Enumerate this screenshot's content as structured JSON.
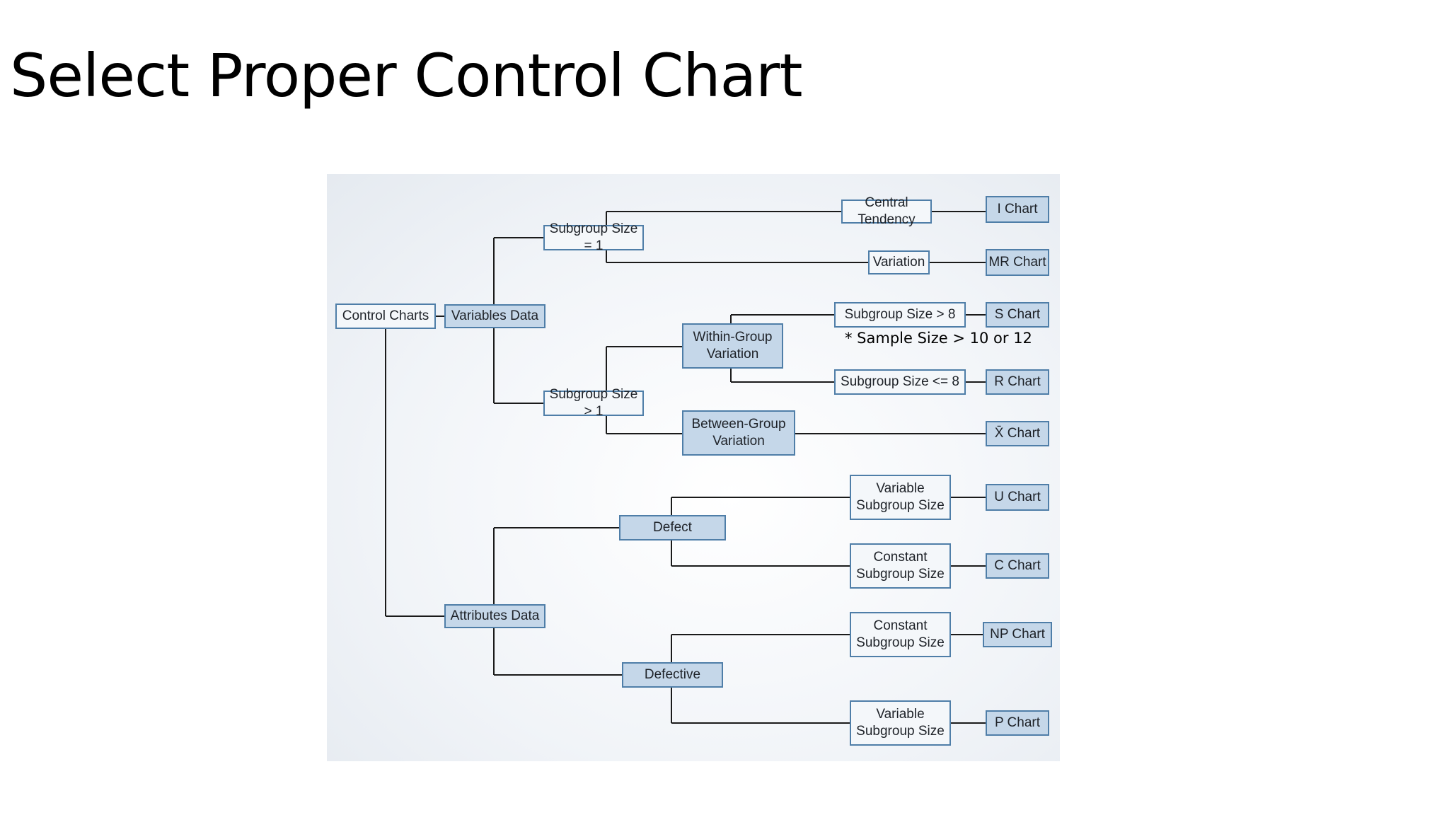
{
  "title": "Select Proper Control Chart",
  "diagram": {
    "nodes": {
      "control_charts": "Control Charts",
      "variables_data": "Variables Data",
      "attributes_data": "Attributes Data",
      "subgroup_size_1": "Subgroup Size = 1",
      "subgroup_size_gt1": "Subgroup Size > 1",
      "central_tendency": "Central Tendency",
      "variation": "Variation",
      "within_group": "Within-Group\nVariation",
      "between_group": "Between-Group\nVariation",
      "subgroup_gt8": "Subgroup Size > 8",
      "subgroup_le8": "Subgroup Size <= 8",
      "defect": "Defect",
      "defective": "Defective",
      "variable_subgroup_u": "Variable\nSubgroup Size",
      "constant_subgroup_c": "Constant\nSubgroup Size",
      "constant_subgroup_np": "Constant\nSubgroup Size",
      "variable_subgroup_p": "Variable\nSubgroup Size",
      "i_chart": "I Chart",
      "mr_chart": "MR Chart",
      "s_chart": "S Chart",
      "r_chart": "R Chart",
      "xbar_chart": "X̄ Chart",
      "u_chart": "U Chart",
      "c_chart": "C Chart",
      "np_chart": "NP Chart",
      "p_chart": "P Chart"
    },
    "note": "* Sample Size > 10 or 12"
  },
  "colors": {
    "line": "#1a1a1a",
    "border": "#4f7ea8",
    "light_fill": "#f4f7fa",
    "blue_fill": "#c5d7e9"
  }
}
